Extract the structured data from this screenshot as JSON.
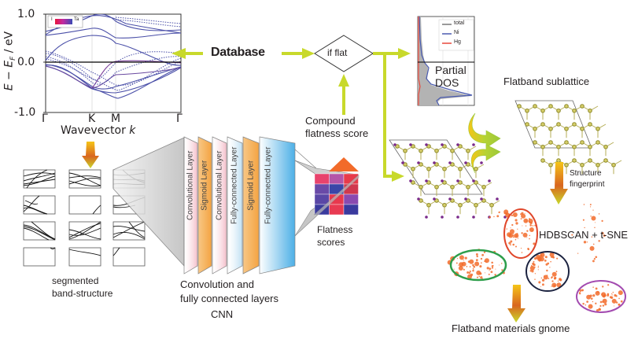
{
  "colors": {
    "flow_arrow": "#c8d92b",
    "band_line": "#4a4fa8",
    "orange": "#f26b2a",
    "conv_layer": "#f4c6cf",
    "sigmoid_layer": "#f6a94a",
    "fc_layer": "#bfe0f3",
    "fc_layer_last": "#4aaee6",
    "ellipse_green": "#2e9e4b",
    "ellipse_red": "#e0472b",
    "ellipse_navy": "#1c2340",
    "ellipse_purple": "#a34bb0",
    "lattice_olive": "#8d8a2a",
    "lattice_purple": "#7a2a8a"
  },
  "band_structure": {
    "ylabel": "E − E_F / eV",
    "ylabel_main": "E − E",
    "ylabel_sub": "F",
    "ylabel_unit": " / eV",
    "yticks": [
      "1.0",
      "0.0",
      "-1.0"
    ],
    "xticks": [
      "Γ",
      "K",
      "M",
      "Γ"
    ],
    "xlabel": "Wavevector ",
    "xlabel_var": "k",
    "legend_left": "I",
    "legend_right": "Ta"
  },
  "flow": {
    "database": "Database",
    "if_flat": "if flat",
    "compound_score_line1": "Compound",
    "compound_score_line2": "flatness score"
  },
  "dos": {
    "legend": [
      {
        "label": "total",
        "color": "#9a9a9a"
      },
      {
        "label": "Ni",
        "color": "#4a5bb0"
      },
      {
        "label": "Hg",
        "color": "#e8483a"
      }
    ],
    "title_line1": "Partial",
    "title_line2": "DOS"
  },
  "cnn": {
    "layers": [
      "Convolutional Layer",
      "Sigmoid Layer",
      "Convolutional Layer",
      "Fully-connected Layer",
      "Sigmoid Layer",
      "Fully-connected Layer"
    ],
    "caption_line1": "Convolution and",
    "caption_line2": "fully connected layers",
    "title": "CNN"
  },
  "segmented": {
    "caption_line1": "segmented",
    "caption_line2": "band-structure"
  },
  "flatness_scores": {
    "caption_line1": "Flatness",
    "caption_line2": "scores",
    "grid": [
      [
        "#e8436d",
        "#b455a8",
        "#e83a4a"
      ],
      [
        "#6a4aa8",
        "#3a46a8",
        "#d0384e"
      ],
      [
        "#5a47a6",
        "#e8384e",
        "#8a4ab0"
      ],
      [
        "#3a3a9e",
        "#e83a52",
        "#3a3a9e"
      ]
    ]
  },
  "sublattice": {
    "title": "Flatband sublattice"
  },
  "fingerprint": {
    "line1": "Structure",
    "line2": "fingerprint"
  },
  "clustering": {
    "label": "HDBSCAN + t-SNE"
  },
  "gnome": {
    "label": "Flatband materials gnome"
  }
}
